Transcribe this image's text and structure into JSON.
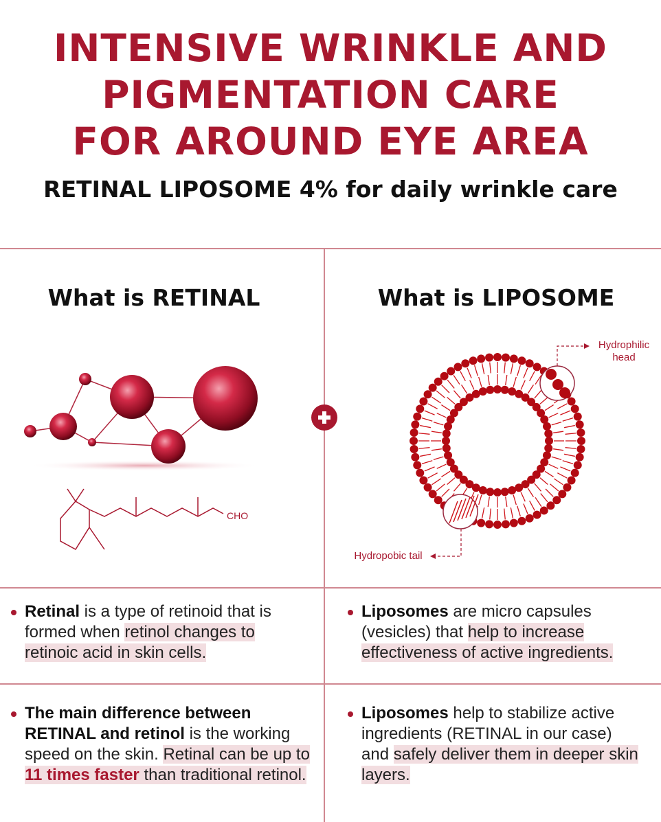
{
  "header": {
    "title_lines": [
      "INTENSIVE WRINKLE AND",
      "PIGMENTATION CARE",
      "FOR AROUND EYE AREA"
    ],
    "subtitle": "RETINAL LIPOSOME 4% for daily wrinkle care"
  },
  "left": {
    "heading": "What is RETINAL",
    "formula_label": "CHO",
    "p1": {
      "bold": "Retinal",
      "t1": " is a type of retinoid that is formed when ",
      "hl": "retinol changes to retinoic acid in skin cells."
    },
    "p2": {
      "bold": "The main difference between RETINAL and retinol",
      "t1": " is the working speed  on the skin. ",
      "hl1": "Retinal can be up to ",
      "red": "11 times faster",
      "hl2": " than traditional retinol."
    }
  },
  "right": {
    "heading": "What is LIPOSOME",
    "label_head": "Hydrophilic head",
    "label_tail": "Hydropobic tail",
    "p1": {
      "bold": "Liposomes",
      "t1": " are micro capsules (vesicles) that ",
      "hl": "help to increase effectiveness of active ingredients."
    },
    "p2": {
      "bold": "Liposomes",
      "t1": " help to stabilize active ingredients (RETINAL in our case) and ",
      "hl": "safely deliver them in deeper skin layers."
    }
  },
  "center_icon": "plus-icon",
  "colors": {
    "brand": "#a8182f",
    "highlight": "#f2dde0",
    "divider": "#d08891"
  }
}
